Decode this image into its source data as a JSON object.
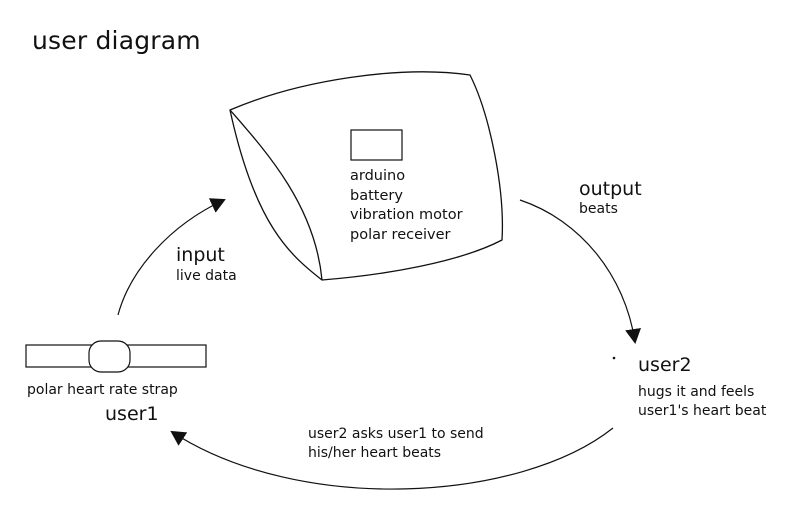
{
  "title": "user diagram",
  "device": {
    "components": [
      "arduino",
      "battery",
      "vibration motor",
      "polar receiver"
    ]
  },
  "input": {
    "label": "input",
    "detail": "live data"
  },
  "output": {
    "label": "output",
    "detail": "beats"
  },
  "user1": {
    "name": "user1",
    "device_caption": "polar heart rate strap"
  },
  "user2": {
    "name": "user2",
    "action_lines": [
      "hugs it and feels",
      "user1's heart beat"
    ]
  },
  "feedback": {
    "lines": [
      "user2 asks user1 to send",
      "his/her heart beats"
    ]
  },
  "colors": {
    "stroke": "#111111",
    "background": "#ffffff"
  }
}
